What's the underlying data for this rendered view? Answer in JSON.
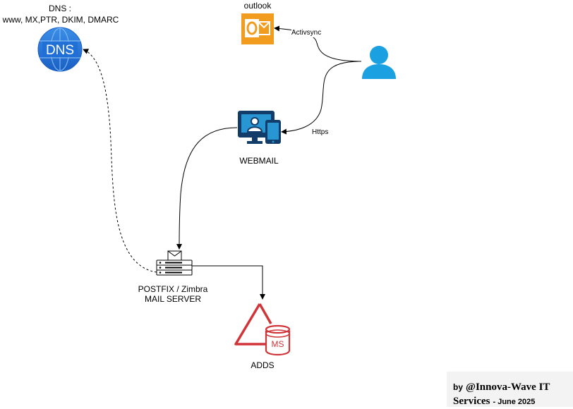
{
  "diagram": {
    "nodes": {
      "dns": {
        "title": "DNS :",
        "records": "www, MX,PTR, DKIM, DMARC",
        "icon_text": "DNS",
        "icon": "globe-dns-icon"
      },
      "outlook": {
        "label": "outlook",
        "icon": "outlook-icon"
      },
      "user": {
        "icon": "user-icon"
      },
      "webmail": {
        "label": "WEBMAIL",
        "icon": "webmail-devices-icon"
      },
      "mail_server": {
        "label_line1": "POSTFIX / Zimbra",
        "label_line2": "MAIL SERVER",
        "icon": "mail-server-icon"
      },
      "adds": {
        "label": "ADDS",
        "icon_text": "MS",
        "icon": "active-directory-icon"
      }
    },
    "edges": {
      "activsync": "Activsync",
      "https": "Https"
    },
    "credit": {
      "by": "by",
      "brand_line1": "@Innova-Wave IT",
      "brand_line2": "Services",
      "date": "- June 2025"
    }
  },
  "colors": {
    "dns_blue": "#1f6fd6",
    "outlook_orange": "#f29c1f",
    "user_blue": "#1ba1e2",
    "webmail_navy": "#123c69",
    "webmail_light": "#2896d3",
    "adds_red": "#d13438",
    "line": "#000000"
  }
}
